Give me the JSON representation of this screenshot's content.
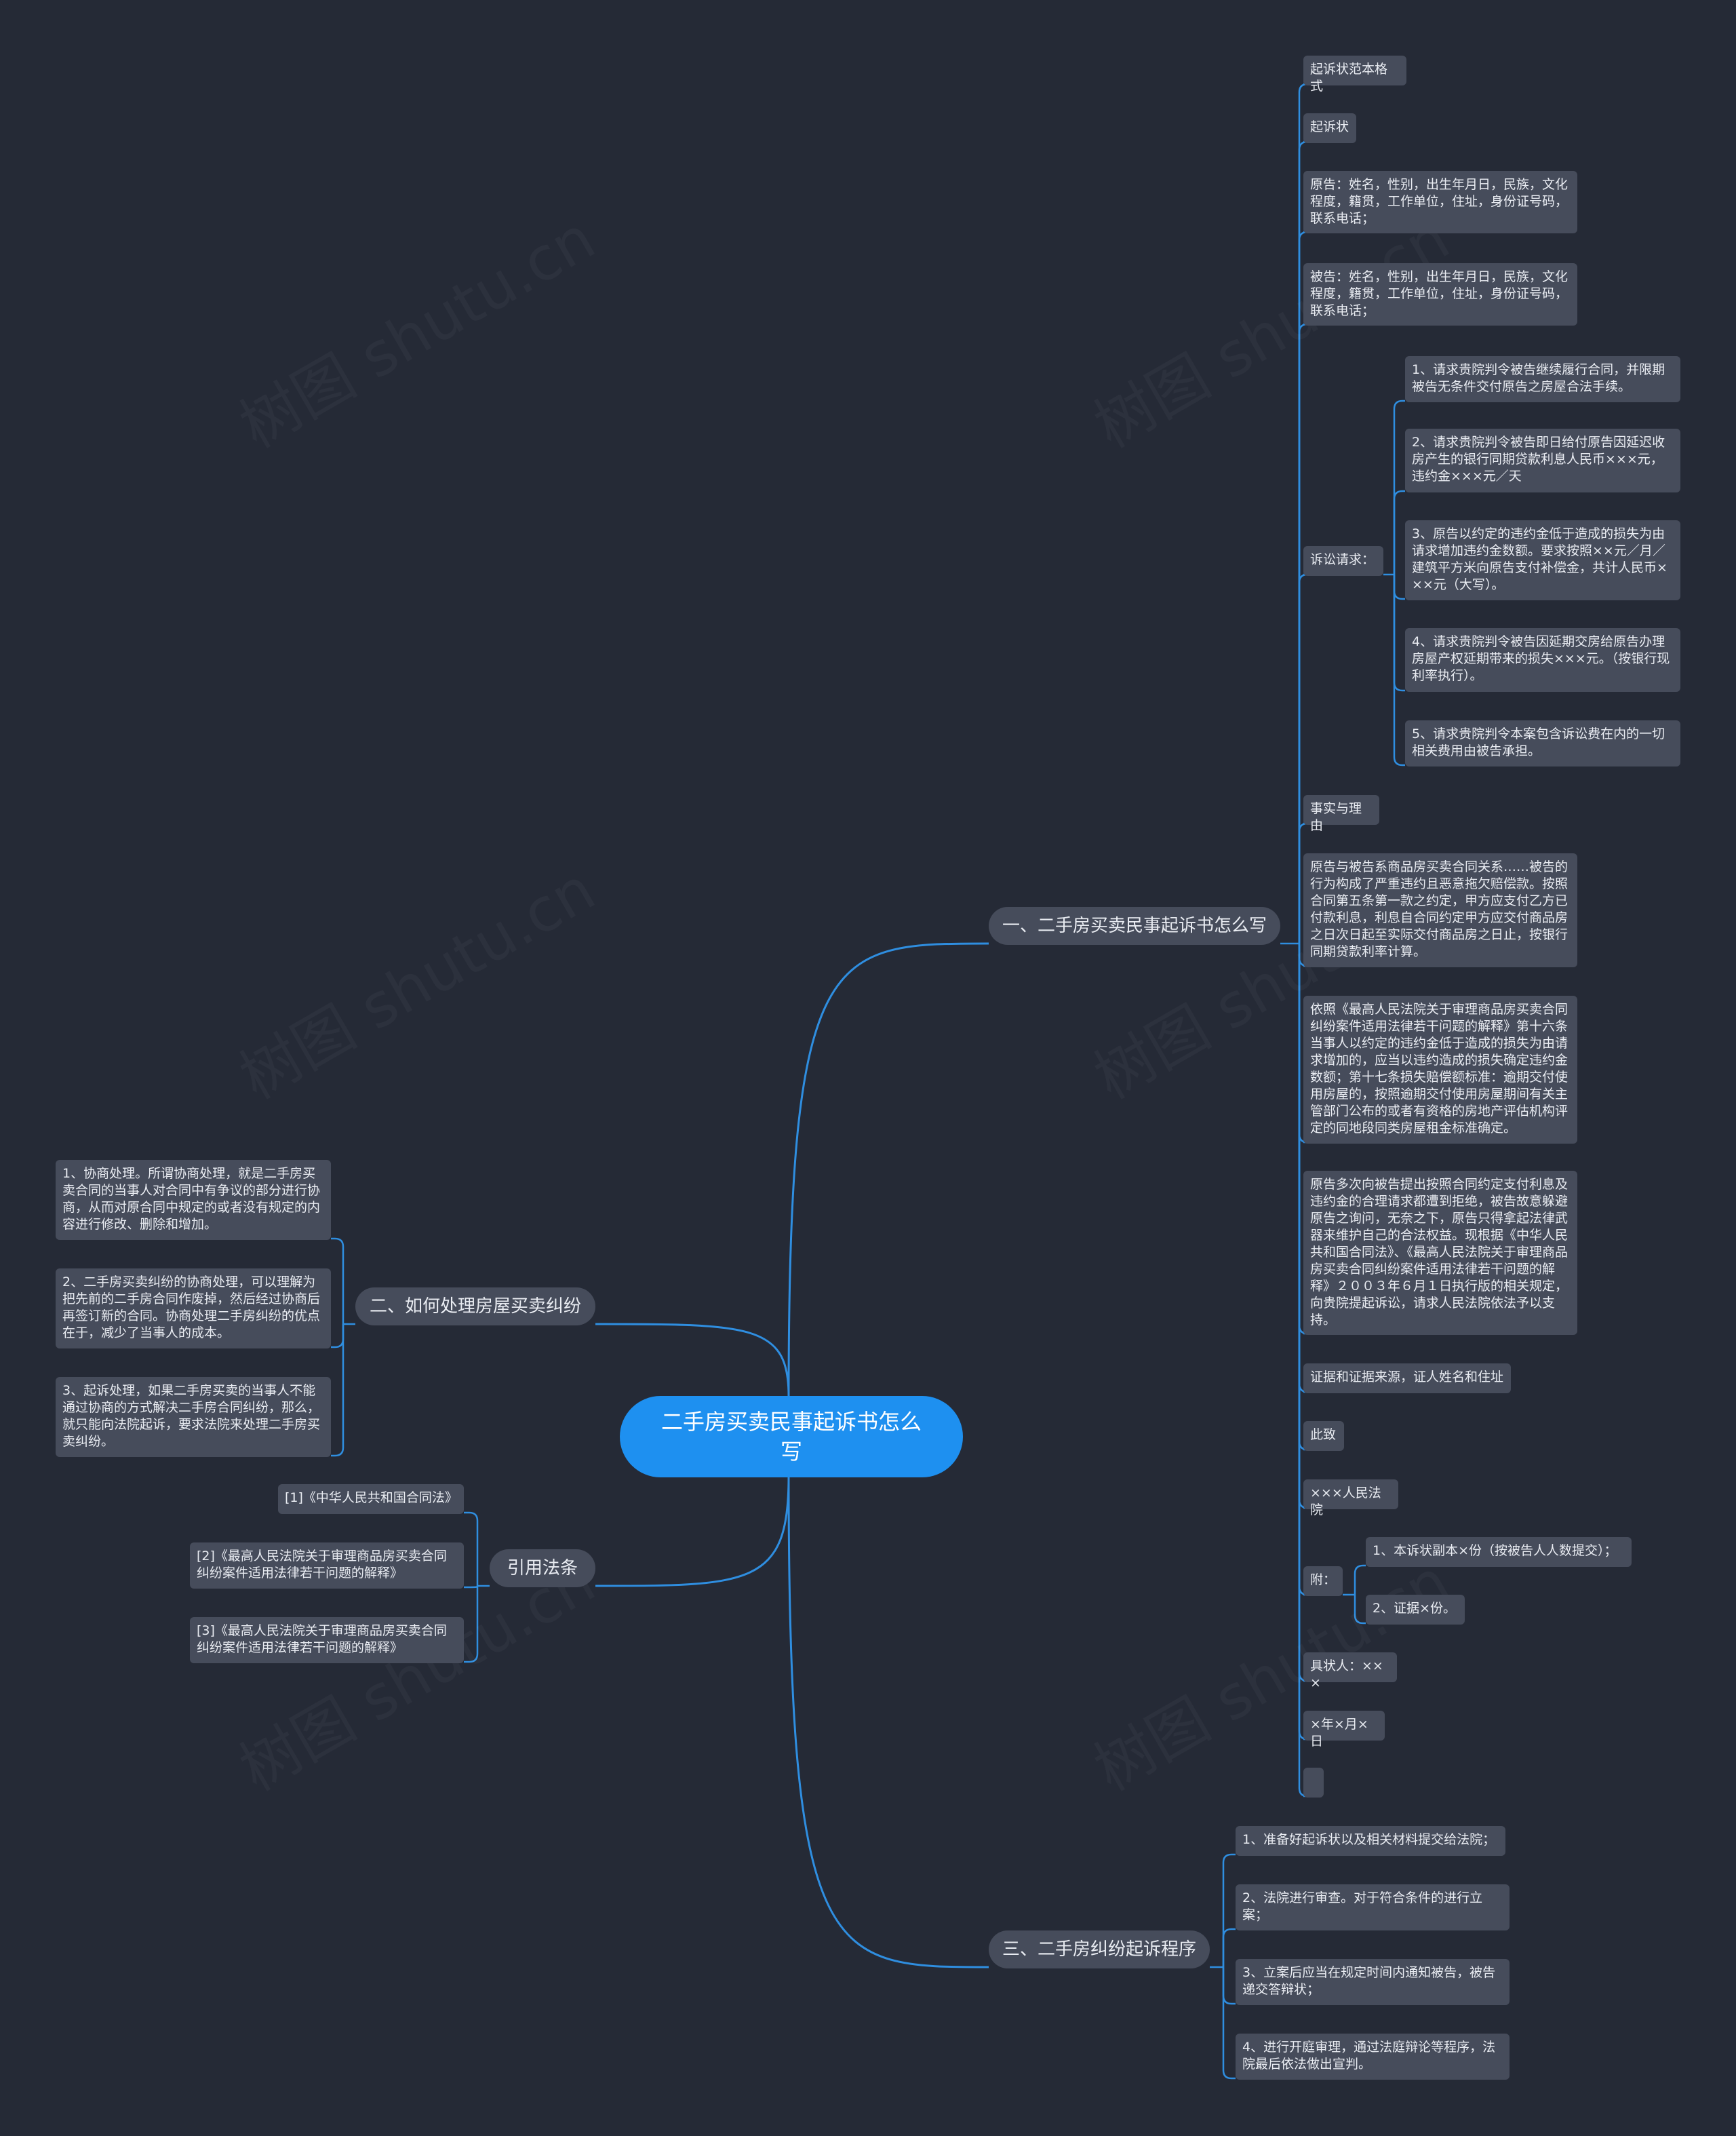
{
  "root": {
    "title": "二手房买卖民事起诉书怎么写"
  },
  "branch1": {
    "title": "一、二手房买卖民事起诉书怎么写",
    "items": [
      "起诉状范本格式",
      "起诉状",
      "原告：姓名，性别，出生年月日，民族，文化程度，籍贯，工作单位，住址，身份证号码，联系电话；",
      "被告：姓名，性别，出生年月日，民族，文化程度，籍贯，工作单位，住址，身份证号码，联系电话；",
      "诉讼请求：",
      "事实与理由",
      "原告与被告系商品房买卖合同关系……被告的行为构成了严重违约且恶意拖欠赔偿款。按照合同第五条第一款之约定，甲方应支付乙方已付款利息，利息自合同约定甲方应交付商品房之日次日起至实际交付商品房之日止，按银行同期贷款利率计算。",
      "依照《最高人民法院关于审理商品房买卖合同纠纷案件适用法律若干问题的解释》第十六条当事人以约定的违约金低于造成的损失为由请求增加的，应当以违约造成的损失确定违约金数额；第十七条损失赔偿额标准：逾期交付使用房屋的，按照逾期交付使用房屋期间有关主管部门公布的或者有资格的房地产评估机构评定的同地段同类房屋租金标准确定。",
      "原告多次向被告提出按照合同约定支付利息及违约金的合理请求都遭到拒绝，被告故意躲避原告之询问，无奈之下，原告只得拿起法律武器来维护自己的合法权益。现根据《中华人民共和国合同法》、《最高人民法院关于审理商品房买卖合同纠纷案件适用法律若干问题的解释》２００３年６月１日执行版的相关规定，向贵院提起诉讼，请求人民法院依法予以支持。",
      "证据和证据来源，证人姓名和住址",
      "此致",
      "×××人民法院",
      "附：",
      "具状人：×××",
      "×年×月×日",
      ""
    ],
    "claims": [
      "1、请求贵院判令被告继续履行合同，并限期被告无条件交付原告之房屋合法手续。",
      "2、请求贵院判令被告即日给付原告因延迟收房产生的银行同期贷款利息人民币×××元，违约金×××元／天",
      "3、原告以约定的违约金低于造成的损失为由请求增加违约金数额。要求按照××元／月／建筑平方米向原告支付补偿金，共计人民币×××元（大写）。",
      "4、请求贵院判令被告因延期交房给原告办理房屋产权延期带来的损失×××元。（按银行现利率执行）。",
      "5、请求贵院判令本案包含诉讼费在内的一切相关费用由被告承担。"
    ],
    "attachments": [
      "1、本诉状副本×份（按被告人人数提交）；",
      "2、证据×份。"
    ]
  },
  "branch2": {
    "title": "二、如何处理房屋买卖纠纷",
    "items": [
      "1、协商处理。所谓协商处理，就是二手房买卖合同的当事人对合同中有争议的部分进行协商，从而对原合同中规定的或者没有规定的内容进行修改、删除和增加。",
      "2、二手房买卖纠纷的协商处理，可以理解为把先前的二手房合同作废掉，然后经过协商后再签订新的合同。协商处理二手房纠纷的优点在于，减少了当事人的成本。",
      "3、起诉处理，如果二手房买卖的当事人不能通过协商的方式解决二手房合同纠纷，那么，就只能向法院起诉，要求法院来处理二手房买卖纠纷。"
    ]
  },
  "branch3": {
    "title": "引用法条",
    "items": [
      "[1]《中华人民共和国合同法》",
      "[2]《最高人民法院关于审理商品房买卖合同纠纷案件适用法律若干问题的解释》",
      "[3]《最高人民法院关于审理商品房买卖合同纠纷案件适用法律若干问题的解释》"
    ]
  },
  "branch4": {
    "title": "三、二手房纠纷起诉程序",
    "items": [
      "1、准备好起诉状以及相关材料提交给法院；",
      "2、法院进行审查。对于符合条件的进行立案；",
      "3、立案后应当在规定时间内通知被告，被告递交答辩状；",
      "4、进行开庭审理，通过法庭辩论等程序，法院最后依法做出宣判。"
    ]
  },
  "watermark": "树图 shutu.cn",
  "colors": {
    "background": "#252a36",
    "root": "#1e90f0",
    "node": "#464c5b",
    "line": "#2f8ee0",
    "text": "#e9ecf2"
  }
}
